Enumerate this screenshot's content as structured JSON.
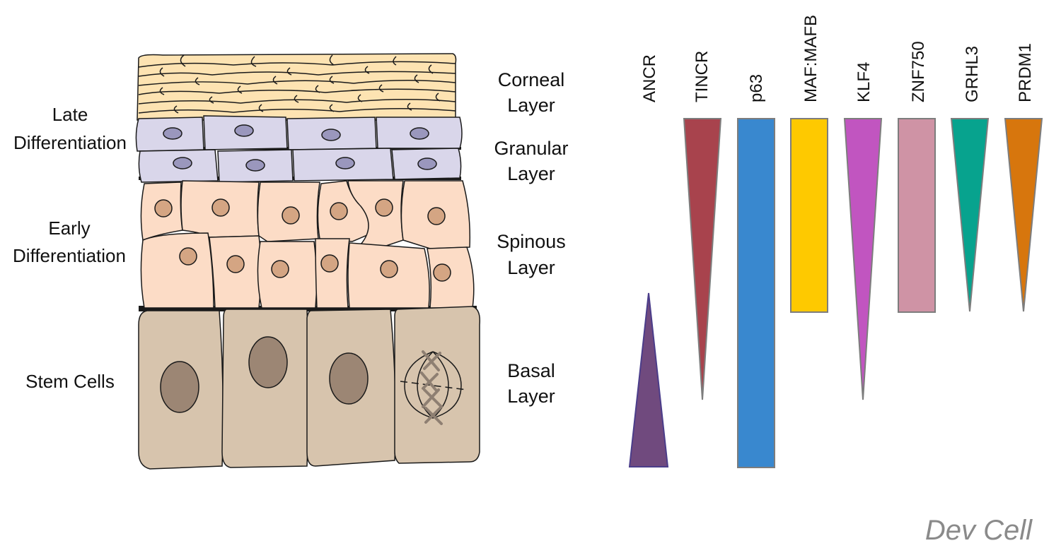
{
  "stage_labels": {
    "late": [
      "Late",
      "Differentiation"
    ],
    "early": [
      "Early",
      "Differentiation"
    ],
    "stem": "Stem Cells"
  },
  "layers": [
    {
      "key": "corneal",
      "lines": [
        "Corneal",
        "Layer"
      ],
      "fill": "#fde3b2",
      "stroke": "#1a1a1a"
    },
    {
      "key": "granular",
      "lines": [
        "Granular",
        "Layer"
      ],
      "fill": "#d9d6ea",
      "nucleus": "#9a97bd"
    },
    {
      "key": "spinous",
      "lines": [
        "Spinous",
        "Layer"
      ],
      "fill": "#fcdcc6",
      "nucleus": "#d4a583"
    },
    {
      "key": "basal",
      "lines": [
        "Basal",
        "Layer"
      ],
      "fill": "#d7c4ad",
      "nucleus": "#9c8674"
    }
  ],
  "genes": [
    {
      "name": "ANCR",
      "shape": "triangle-up",
      "color": "#704a7e"
    },
    {
      "name": "TINCR",
      "shape": "triangle-down",
      "color": "#a8434d"
    },
    {
      "name": "p63",
      "shape": "bar",
      "color": "#3988cf"
    },
    {
      "name": "MAF:MAFB",
      "shape": "bar",
      "color": "#fec900"
    },
    {
      "name": "KLF4",
      "shape": "triangle-down",
      "color": "#c155c0"
    },
    {
      "name": "ZNF750",
      "shape": "bar",
      "color": "#cf93a5"
    },
    {
      "name": "GRHL3",
      "shape": "triangle-down",
      "color": "#07a38e"
    },
    {
      "name": "PRDM1",
      "shape": "triangle-down",
      "color": "#d7760d"
    }
  ],
  "watermark": "Dev Cell"
}
